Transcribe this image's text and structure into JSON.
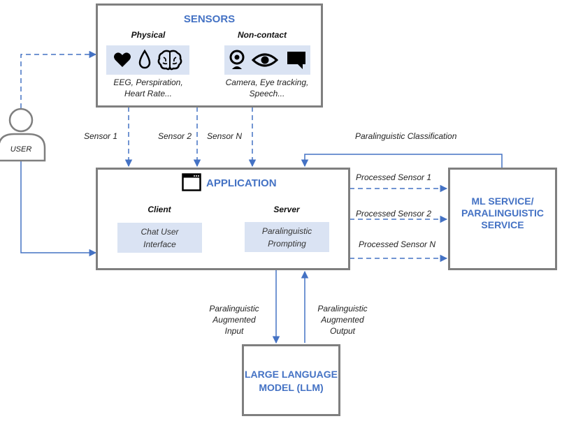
{
  "sensors": {
    "title": "SENSORS",
    "physical": {
      "title": "Physical",
      "icons": [
        "heart-icon",
        "drop-icon",
        "brain-icon"
      ],
      "caption_line1": "EEG, Perspiration,",
      "caption_line2": "Heart Rate..."
    },
    "noncontact": {
      "title": "Non-contact",
      "icons": [
        "webcam-icon",
        "eye-icon",
        "speech-bubble-icon"
      ],
      "caption_line1": "Camera, Eye tracking,",
      "caption_line2": "Speech..."
    }
  },
  "user": {
    "label": "USER"
  },
  "sensor_links": {
    "s1": "Sensor 1",
    "s2": "Sensor 2",
    "sn": "Sensor N"
  },
  "application": {
    "title": "APPLICATION",
    "client": {
      "title": "Client",
      "panel_line1": "Chat User",
      "panel_line2": "Interface"
    },
    "server": {
      "title": "Server",
      "panel_line1": "Paralinguistic",
      "panel_line2": "Prompting"
    }
  },
  "ml_service": {
    "title_line1": "ML SERVICE/",
    "title_line2": "PARALINGUISTIC",
    "title_line3": "SERVICE"
  },
  "ml_links": {
    "classification": "Paralinguistic Classification",
    "p1": "Processed Sensor 1",
    "p2": "Processed Sensor 2",
    "pn": "Processed Sensor N"
  },
  "llm": {
    "title_line1": "LARGE LANGUAGE",
    "title_line2": "MODEL (LLM)",
    "input_line1": "Paralinguistic",
    "input_line2": "Augmented",
    "input_line3": "Input",
    "output_line1": "Paralinguistic",
    "output_line2": "Augmented",
    "output_line3": "Output"
  },
  "colors": {
    "accent": "#4472c4",
    "border": "#7f7f7f",
    "panel": "#dae3f3",
    "arrow": "#4472c4"
  }
}
